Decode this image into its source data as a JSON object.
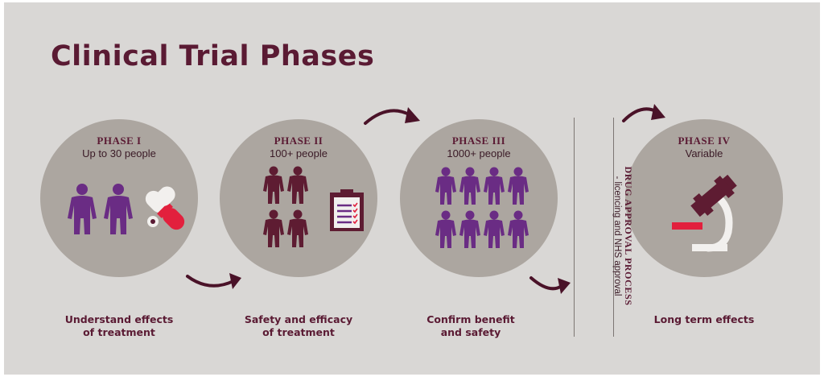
{
  "title": "Clinical Trial Phases",
  "colors": {
    "background": "#d9d7d5",
    "circle": "#aca6a0",
    "accent_dark": "#5a1a33",
    "person_purple": "#6a2c84",
    "person_maroon": "#5e1c32",
    "red": "#e2203d",
    "white": "#f2f0ee"
  },
  "phases": [
    {
      "label": "PHASE I",
      "count": "Up to 30 people",
      "desc_lines": [
        "Understand effects",
        "of treatment"
      ],
      "icons": [
        "person-icon",
        "person-icon",
        "pill-capsule-icon"
      ]
    },
    {
      "label": "PHASE II",
      "count": "100+ people",
      "desc_lines": [
        "Safety and efficacy",
        "of treatment"
      ],
      "icons": [
        "person-icon",
        "clipboard-icon"
      ]
    },
    {
      "label": "PHASE III",
      "count": "1000+ people",
      "desc_lines": [
        "Confirm benefit",
        "and safety"
      ],
      "icons": [
        "person-icon"
      ]
    },
    {
      "label": "PHASE IV",
      "count": "Variable",
      "desc_lines": [
        "Long term effects"
      ],
      "icons": [
        "microscope-icon"
      ]
    }
  ],
  "approval": {
    "title": "DRUG APPROVAL PROCESS",
    "subtitle": "- licencing and NHS approval"
  },
  "arrows": [
    "curved-arrow-icon",
    "curved-arrow-icon",
    "curved-arrow-icon",
    "curved-arrow-icon"
  ]
}
